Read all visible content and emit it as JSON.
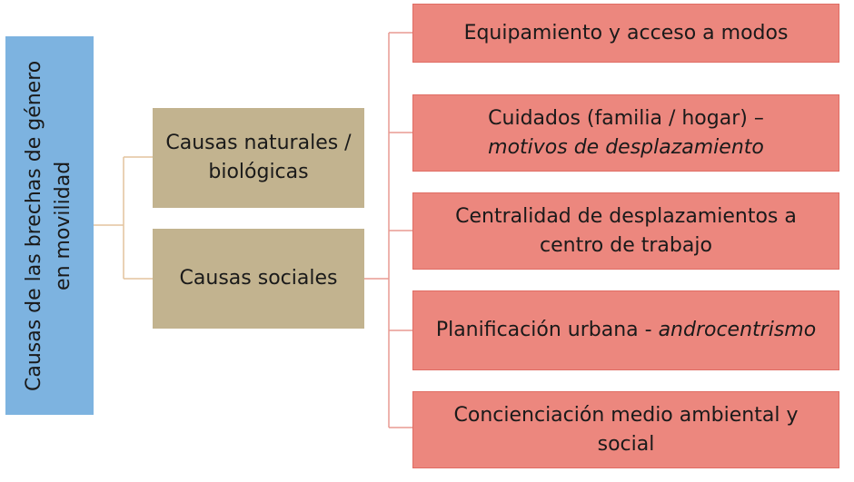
{
  "root": {
    "line1": "Causas de las brechas de género",
    "line2": "en movilidad"
  },
  "causes": [
    {
      "label": "Causas naturales / biológicas"
    },
    {
      "label": "Causas sociales"
    }
  ],
  "social_items": [
    {
      "text": "Equipamiento y acceso a modos",
      "italic": ""
    },
    {
      "text": "Cuidados (familia / hogar) –",
      "italic": "motivos de desplazamiento"
    },
    {
      "text": "Centralidad de desplazamientos a centro de trabajo",
      "italic": ""
    },
    {
      "text": "Planificación urbana - ",
      "italic": "androcentrismo"
    },
    {
      "text": "Concienciación medio ambiental y social",
      "italic": ""
    }
  ],
  "colors": {
    "root": "#7db3e0",
    "cause": "#c2b38f",
    "item": "#ec877e"
  }
}
